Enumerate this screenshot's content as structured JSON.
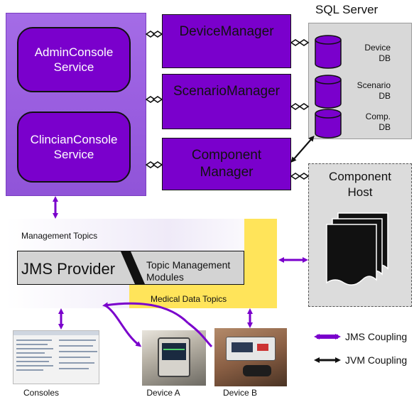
{
  "services": {
    "admin_console": "AdminConsole Service",
    "clinician_console": "ClincianConsole Service"
  },
  "managers": {
    "device": "DeviceManager",
    "scenario": "ScenarioManager",
    "component": "Component Manager"
  },
  "sql_server": {
    "title": "SQL Server",
    "databases": [
      {
        "label": "Device DB"
      },
      {
        "label": "Scenario DB"
      },
      {
        "label": "Comp. DB"
      }
    ]
  },
  "component_host": {
    "title": "Component Host"
  },
  "jms": {
    "management_topics": "Management Topics",
    "provider": "JMS Provider",
    "topic_management_modules": "Topic Management Modules",
    "medical_data_topics": "Medical Data Topics"
  },
  "endpoints": {
    "consoles": "Consoles",
    "device_a": "Device A",
    "device_b": "Device B"
  },
  "legend": {
    "jms_coupling": "JMS Coupling",
    "jvm_coupling": "JVM Coupling"
  },
  "colors": {
    "purple": "#7a00cc",
    "panel_purple": "#9a5ee0",
    "yellow": "#ffe45a",
    "grey": "#d8d8d8"
  }
}
